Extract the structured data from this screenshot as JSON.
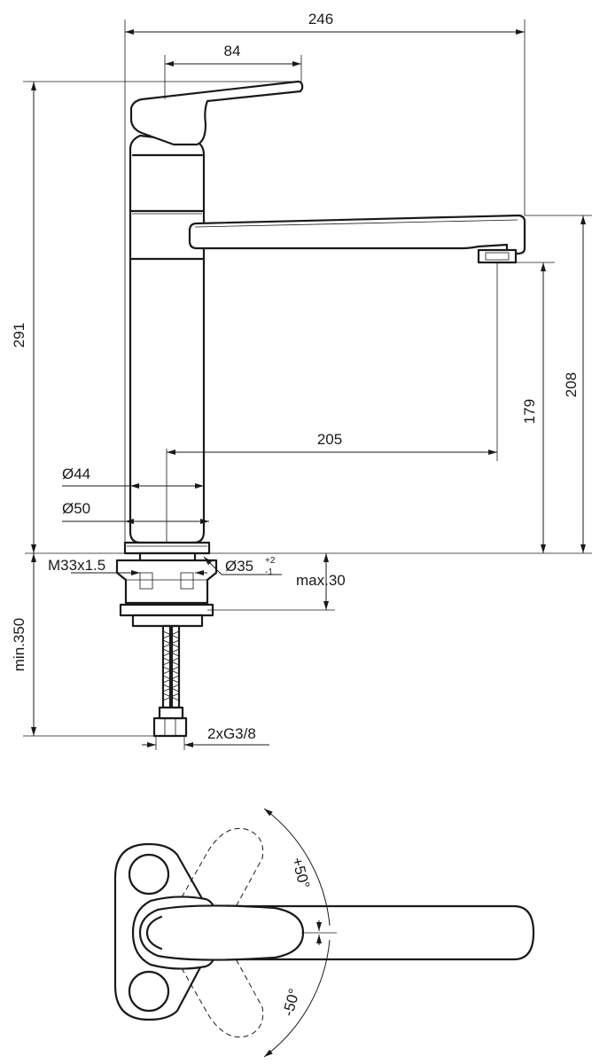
{
  "dimensions": {
    "total_width": "246",
    "lever_length": "84",
    "total_height": "291",
    "spout_height": "208",
    "outlet_height": "179",
    "spout_reach": "205",
    "body_diameter": "Ø44",
    "base_diameter": "Ø50",
    "thread": "M33x1.5",
    "hole_diameter": "Ø35",
    "hole_tol_plus": "+2",
    "hole_tol_minus": "-1",
    "max_counter_thickness": "max.30",
    "min_hose_length": "min.350",
    "connection": "2xG3/8"
  },
  "angles": {
    "plus": "+50°",
    "minus": "-50°"
  }
}
